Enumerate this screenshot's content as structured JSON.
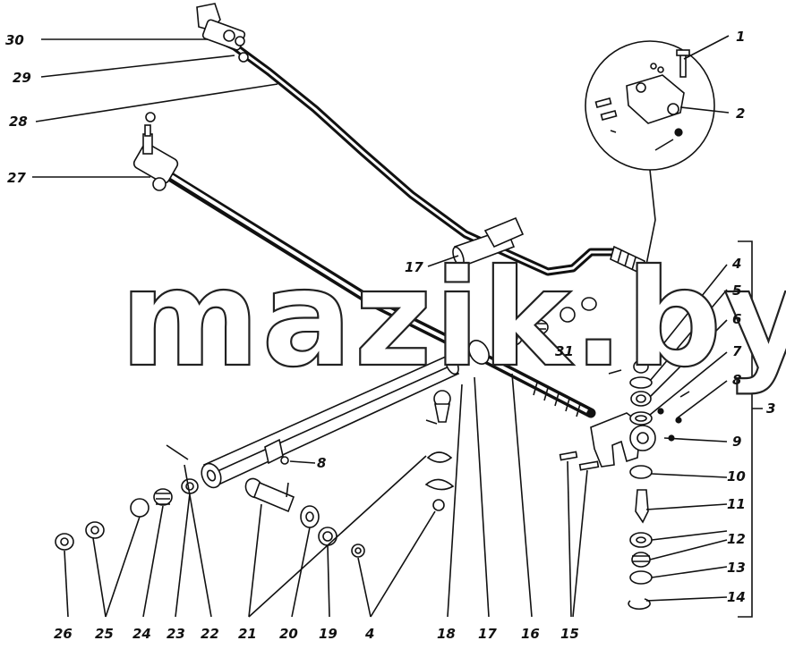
{
  "diagram": {
    "watermark": "mazik.by",
    "callouts": [
      "1",
      "2",
      "3",
      "4",
      "5",
      "6",
      "7",
      "8",
      "9",
      "10",
      "11",
      "12",
      "13",
      "14",
      "15",
      "16",
      "17",
      "18",
      "19",
      "20",
      "21",
      "22",
      "23",
      "24",
      "25",
      "26",
      "27",
      "28",
      "29",
      "30",
      "31",
      "8",
      "17",
      "4"
    ]
  }
}
